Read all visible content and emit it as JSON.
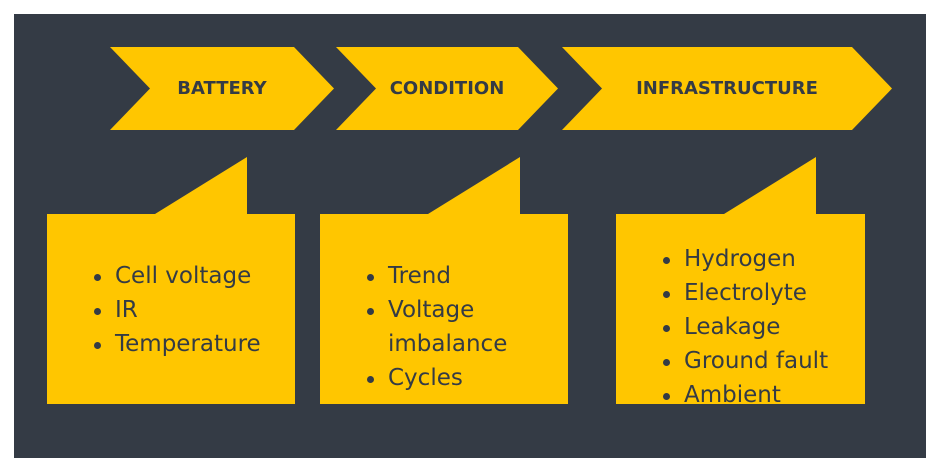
{
  "stages": [
    {
      "label": "BATTERY",
      "items": [
        "Cell voltage",
        "IR",
        "Temperature"
      ]
    },
    {
      "label": "CONDITION",
      "items": [
        "Trend",
        "Voltage",
        "imbalance",
        "Cycles"
      ]
    },
    {
      "label": "INFRASTRUCTURE",
      "items": [
        "Hydrogen",
        "Electrolyte",
        "Leakage",
        "Ground fault",
        "Ambient"
      ]
    }
  ],
  "colors": {
    "background": "#343b45",
    "accent": "#ffc600",
    "text": "#343b45"
  }
}
